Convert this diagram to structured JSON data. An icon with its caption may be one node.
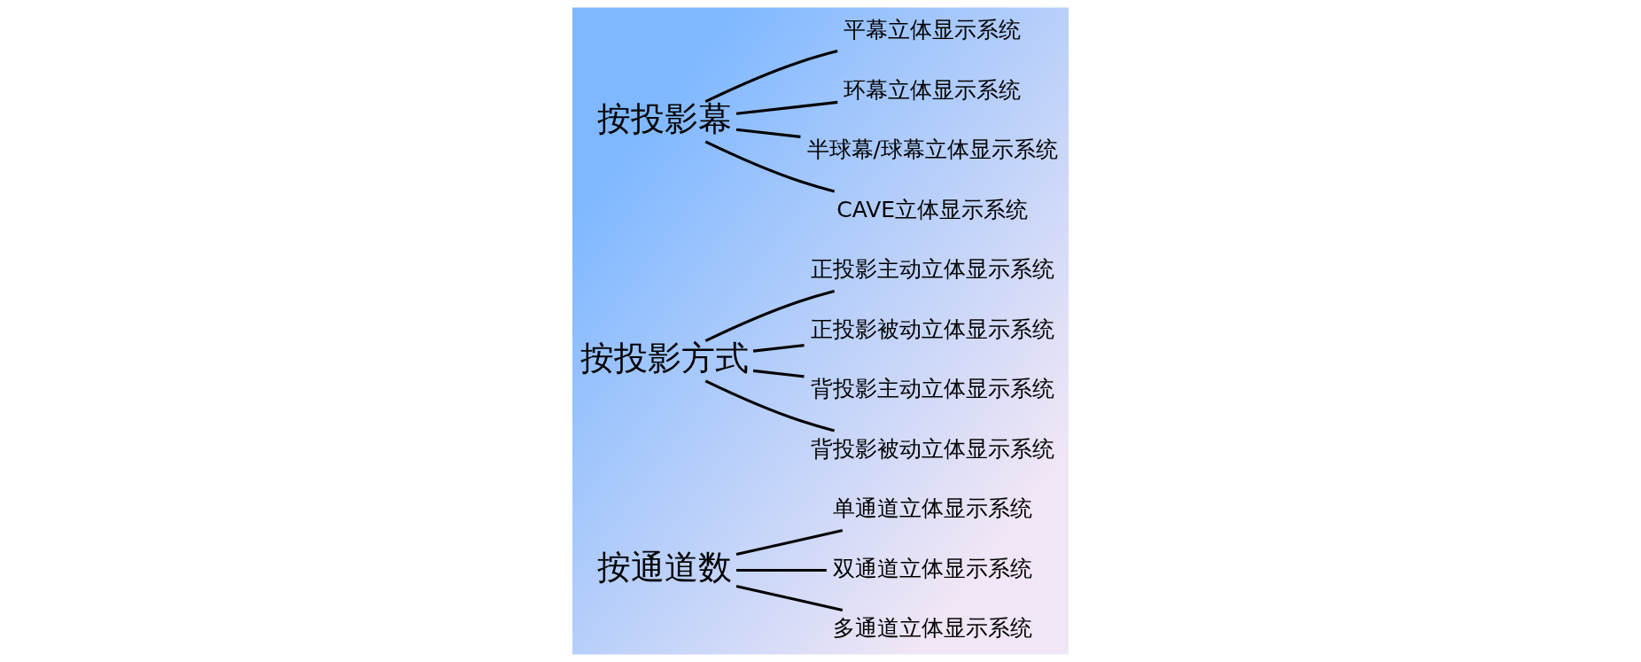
{
  "diagram": {
    "nodes": [
      {
        "text": [
          "按通道数"
        ]
      },
      {
        "text": [
          "单通道立体显示系统"
        ]
      },
      {
        "text": [
          "双通道立体显示系统"
        ]
      },
      {
        "text": [
          "多通道立体显示系统"
        ]
      },
      {
        "text": [
          "按投影方式"
        ]
      },
      {
        "text": [
          "正投影主动立体显示系统"
        ]
      },
      {
        "text": [
          "正投影被动立体显示系统"
        ]
      },
      {
        "text": [
          "背投影主动立体显示系统"
        ]
      },
      {
        "text": [
          "背投影被动立体显示系统"
        ]
      },
      {
        "text": [
          "按投影幕"
        ]
      },
      {
        "text": [
          "平幕立体显示系统"
        ]
      },
      {
        "text": [
          "环幕立体显示系统"
        ]
      },
      {
        "text": [
          "半球幕/球幕立体显示系统"
        ]
      },
      {
        "text": [
          "CAVE立体显示系统"
        ]
      }
    ],
    "edges": [
      {
        "from": 0,
        "to": 1,
        "arrow": "none"
      },
      {
        "from": 0,
        "to": 2,
        "arrow": "none"
      },
      {
        "from": 0,
        "to": 3,
        "arrow": "none"
      },
      {
        "from": 4,
        "to": 5,
        "arrow": "none"
      },
      {
        "from": 4,
        "to": 6,
        "arrow": "none"
      },
      {
        "from": 4,
        "to": 7,
        "arrow": "none"
      },
      {
        "from": 4,
        "to": 8,
        "arrow": "none"
      },
      {
        "from": 9,
        "to": 10,
        "arrow": "none"
      },
      {
        "from": 9,
        "to": 11,
        "arrow": "none"
      },
      {
        "from": 9,
        "to": 12,
        "arrow": "none"
      },
      {
        "from": 9,
        "to": 13,
        "arrow": "none"
      }
    ]
  }
}
